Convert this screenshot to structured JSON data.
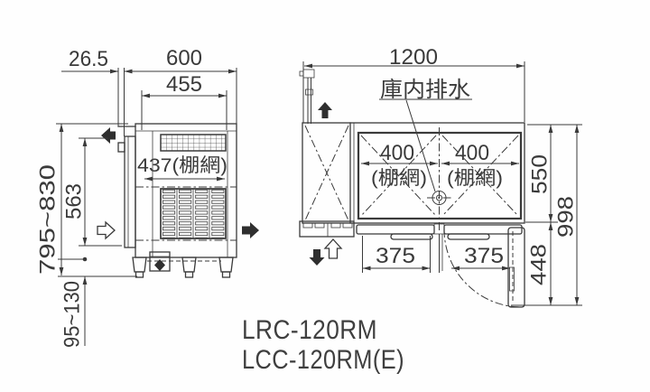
{
  "side_view": {
    "dim_door_offset": "26.5",
    "dim_depth": "600",
    "dim_inner_width": "455",
    "dim_shelf": "437(棚網)",
    "dim_height_range": "795~830",
    "dim_inner_height": "563",
    "dim_leg_range": "95~130"
  },
  "plan_view": {
    "dim_width": "1200",
    "drain_label": "庫内排水",
    "dim_shelf_left": "400",
    "dim_shelf_left_note": "(棚網)",
    "dim_shelf_right": "400",
    "dim_shelf_right_note": "(棚網)",
    "dim_depth": "550",
    "dim_total_depth": "998",
    "dim_door_swing": "448",
    "dim_door_left": "375",
    "dim_door_right": "375"
  },
  "models": {
    "line1": "LRC-120RM",
    "line2": "LCC-120RM(E)"
  },
  "colors": {
    "line": "#3a3a3a",
    "background": "#ffffff"
  }
}
